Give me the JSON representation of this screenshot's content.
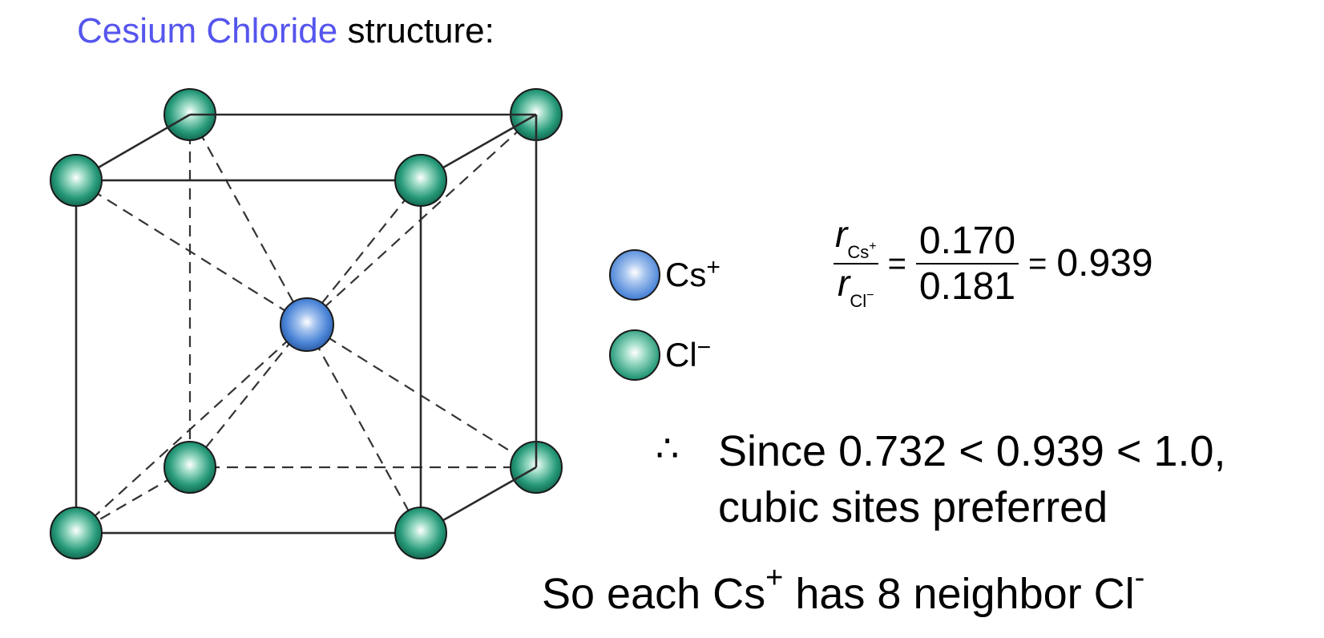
{
  "title": {
    "highlight": "Cesium Chloride",
    "rest": "structure:",
    "highlight_color": "#5555ee"
  },
  "legend": {
    "cs": {
      "label": "Cs",
      "charge": "+",
      "color": "#4d86d8"
    },
    "cl": {
      "label": "Cl",
      "charge": "−",
      "color": "#279a7a"
    }
  },
  "formula": {
    "r_symbol": "r",
    "num_sub": "Cs",
    "num_sub_charge": "+",
    "den_sub": "Cl",
    "den_sub_charge": "−",
    "equals": "=",
    "value_numerator": "0.170",
    "value_denominator": "0.181",
    "result": "0.939"
  },
  "reasoning": {
    "therefore_symbol": "∴",
    "line1": "Since 0.732 < 0.939 < 1.0,",
    "line2": "cubic sites preferred"
  },
  "conclusion": {
    "part1": "So each Cs",
    "cs_charge": "+",
    "part2": " has 8 neighbor Cl",
    "cl_charge": "-"
  }
}
